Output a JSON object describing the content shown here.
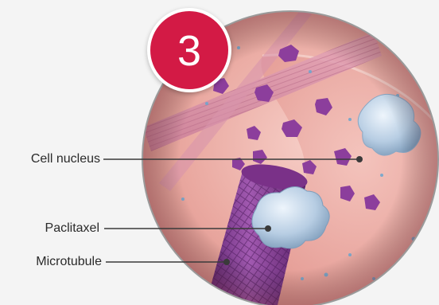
{
  "step": {
    "number": "3"
  },
  "labels": {
    "cell_nucleus": "Cell nucleus",
    "paclitaxel": "Paclitaxel",
    "microtubule": "Microtubule"
  },
  "colors": {
    "badge": "#d31a45",
    "leader_line": "#3a3a3a",
    "background": "#f4f4f4",
    "tissue": "#e9aaa2",
    "microtubule": "#8a3d95",
    "drug_molecule": "#a9c4de"
  },
  "icons": {
    "molecule": "paclitaxel-molecule-cluster",
    "protein": "tubulin-protein-fragment"
  }
}
